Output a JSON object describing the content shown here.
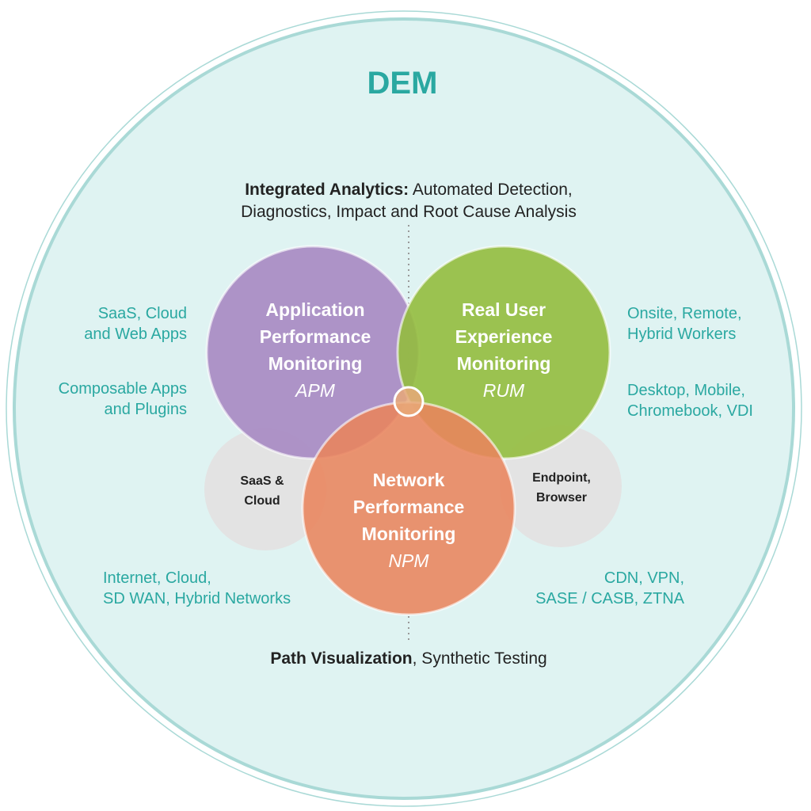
{
  "title": "DEM",
  "colors": {
    "outer_fill": "#dff3f2",
    "outer_stroke": "#a9d9d6",
    "teal_text": "#2aa8a1",
    "apm": "#a88bc3",
    "rum": "#93bd3e",
    "npm": "#e9845c",
    "satellite": "#e3e3e3",
    "divider": "#9a9a9a"
  },
  "analytics": {
    "bold": "Integrated Analytics:",
    "rest_line1": " Automated Detection,",
    "line2": "Diagnostics, Impact and Root Cause Analysis"
  },
  "apm": {
    "lines": [
      "Application",
      "Performance",
      "Monitoring"
    ],
    "abbr": "APM",
    "notes": [
      [
        "SaaS, Cloud",
        "and Web Apps"
      ],
      [
        "Composable Apps",
        "and Plugins"
      ]
    ]
  },
  "rum": {
    "lines": [
      "Real User",
      "Experience",
      "Monitoring"
    ],
    "abbr": "RUM",
    "notes": [
      [
        "Onsite, Remote,",
        "Hybrid Workers"
      ],
      [
        "Desktop, Mobile,",
        "Chromebook, VDI"
      ]
    ]
  },
  "npm": {
    "lines": [
      "Network",
      "Performance",
      "Monitoring"
    ],
    "abbr": "NPM",
    "notes_left": [
      "Internet, Cloud,",
      "SD WAN, Hybrid Networks"
    ],
    "notes_right": [
      "CDN, VPN,",
      "SASE / CASB, ZTNA"
    ]
  },
  "saas_cloud": [
    "SaaS &",
    "Cloud"
  ],
  "endpoint": [
    "Endpoint,",
    "Browser"
  ],
  "bottom": {
    "bold": "Path Visualization",
    "rest": ", Synthetic Testing"
  }
}
